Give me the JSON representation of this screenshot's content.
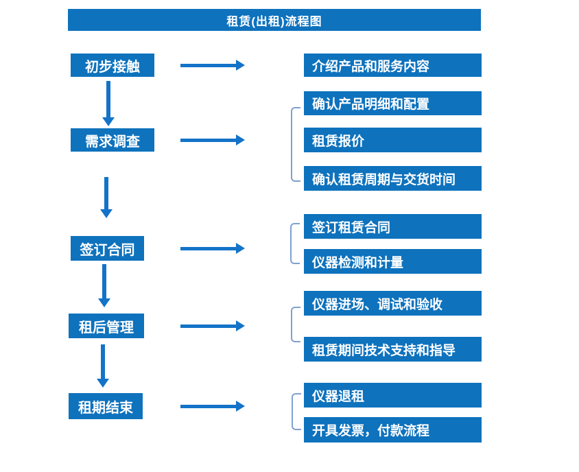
{
  "title": "租赁(出租)流程图",
  "colors": {
    "box_blue": "#0e72bd",
    "arrow_blue": "#1373c8",
    "bracket_blue": "#7fa0cf",
    "text_white": "#ffffff",
    "background": "#ffffff"
  },
  "steps": [
    {
      "label": "初步接触",
      "details": [
        "介绍产品和服务内容"
      ]
    },
    {
      "label": "需求调查",
      "details": [
        "确认产品明细和配置",
        "租赁报价",
        "确认租赁周期与交货时间"
      ]
    },
    {
      "label": "签订合同",
      "details": [
        "签订租赁合同",
        "仪器检测和计量"
      ]
    },
    {
      "label": "租后管理",
      "details": [
        "仪器进场、调试和验收",
        "租赁期间技术支持和指导"
      ]
    },
    {
      "label": "租期结束",
      "details": [
        "仪器退租",
        "开具发票，付款流程"
      ]
    }
  ]
}
